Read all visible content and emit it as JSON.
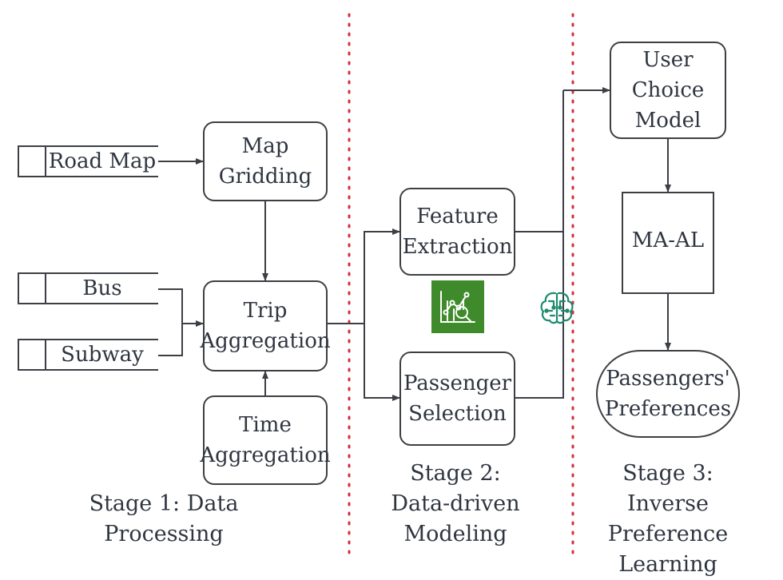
{
  "stages": [
    {
      "line1": "Stage 1: Data",
      "line2": "Processing",
      "line3": ""
    },
    {
      "line1": "Stage 2:",
      "line2": "Data-driven",
      "line3": "Modeling"
    },
    {
      "line1": "Stage 3: Inverse",
      "line2": "Preference",
      "line3": "Learning"
    }
  ],
  "datastores": {
    "road_map": "Road Map",
    "bus": "Bus",
    "subway": "Subway"
  },
  "nodes": {
    "map_gridding": {
      "line1": "Map",
      "line2": "Gridding"
    },
    "trip_aggregation": {
      "line1": "Trip",
      "line2": "Aggregation"
    },
    "time_aggregation": {
      "line1": "Time",
      "line2": "Aggregation"
    },
    "feature_extraction": {
      "line1": "Feature",
      "line2": "Extraction"
    },
    "passenger_selection": {
      "line1": "Passenger",
      "line2": "Selection"
    },
    "user_choice_model": {
      "line1": "User",
      "line2": "Choice",
      "line3": "Model"
    },
    "ma_al": {
      "line1": "MA-AL"
    },
    "passengers_preferences": {
      "line1": "Passengers'",
      "line2": "Preferences"
    }
  },
  "icons": {
    "analytics": {
      "name": "analytics-search-icon",
      "bg": "#3f8b2c"
    },
    "ai_brain": {
      "name": "ai-brain-icon",
      "color": "#1f8a6e"
    }
  },
  "colors": {
    "divider": "#d0303a",
    "stroke": "#3d3f44"
  }
}
